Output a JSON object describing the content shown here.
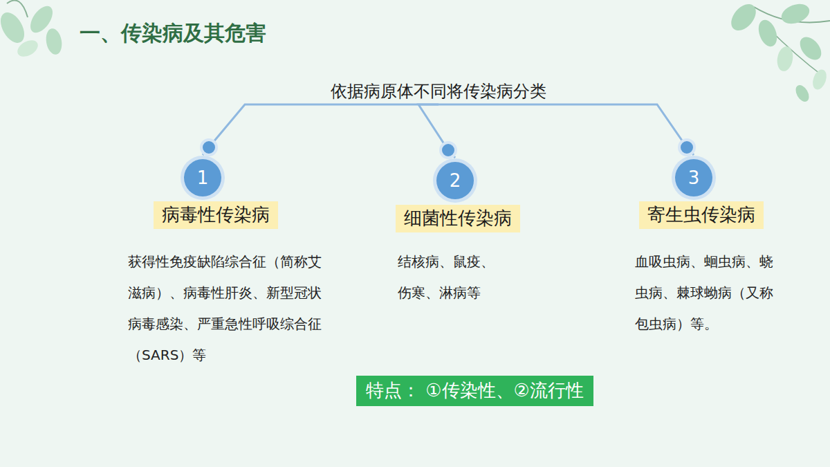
{
  "diagram": {
    "title": "一、传染病及其危害",
    "nodes": [
      {
        "text": [
          "依据病原体不同将传染病分类"
        ]
      },
      {
        "text": [
          "1"
        ]
      },
      {
        "text": [
          "病毒性传染病"
        ]
      },
      {
        "text": [
          "2"
        ]
      },
      {
        "text": [
          "细菌性传染病"
        ]
      },
      {
        "text": [
          "3"
        ]
      },
      {
        "text": [
          "寄生虫传染病"
        ]
      },
      {
        "text": [
          "特点： ①传染性、②流行性"
        ]
      }
    ],
    "edges": [
      {
        "from": 0,
        "to": 1,
        "arrow": "none"
      },
      {
        "from": 0,
        "to": 3,
        "arrow": "none"
      },
      {
        "from": 0,
        "to": 5,
        "arrow": "none"
      }
    ],
    "labels": [
      "获得性免疫缺陷综合征（简称艾滋病）、病毒性肝炎、新型冠状病毒感染、严重急性呼吸综合征（SARS）等",
      "结核病、鼠疫、伤寒、淋病等",
      "血吸虫病、蛔虫病、蛲虫病、棘球蚴病（又称包虫病）等。"
    ]
  }
}
